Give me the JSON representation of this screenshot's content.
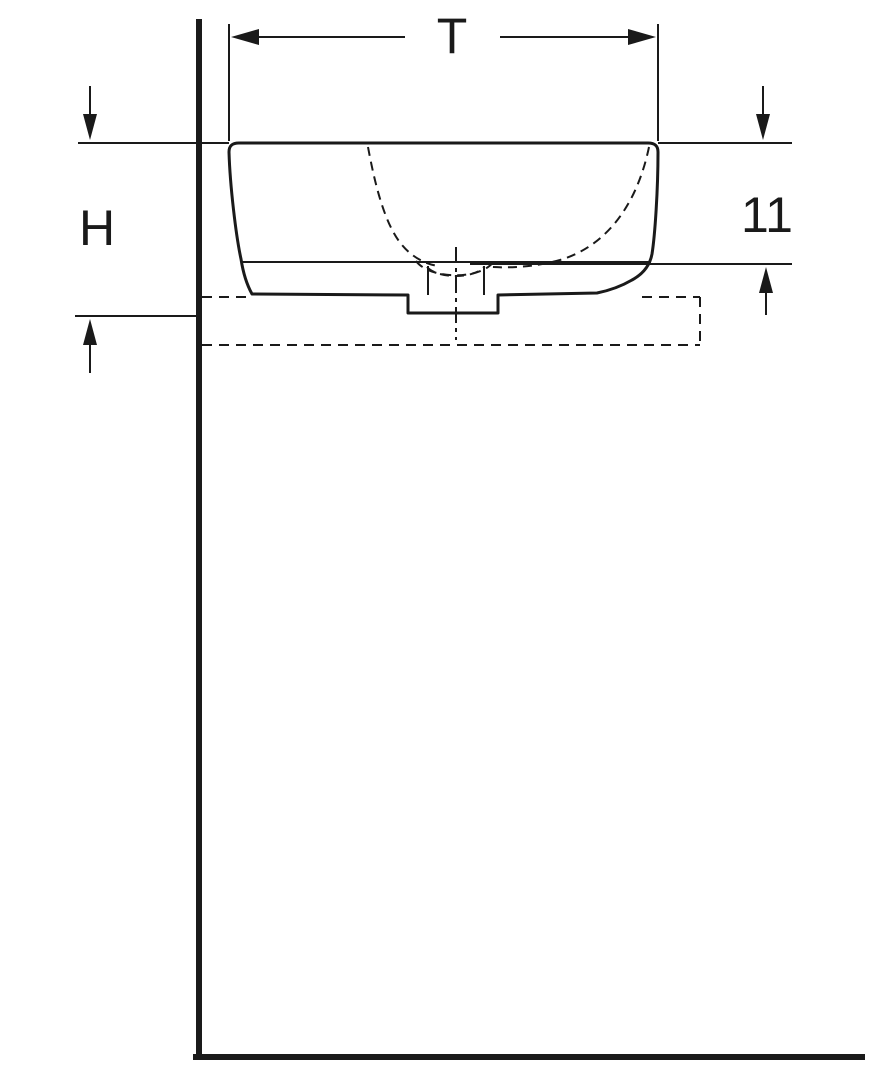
{
  "diagram": {
    "type": "technical-drawing",
    "subject": "countertop washbasin side elevation with dimension lines",
    "dimension_labels": {
      "top_width": "T",
      "left_height": "H",
      "right_height": "11"
    },
    "colors": {
      "line": "#1a1a1a",
      "background": "#ffffff"
    }
  }
}
